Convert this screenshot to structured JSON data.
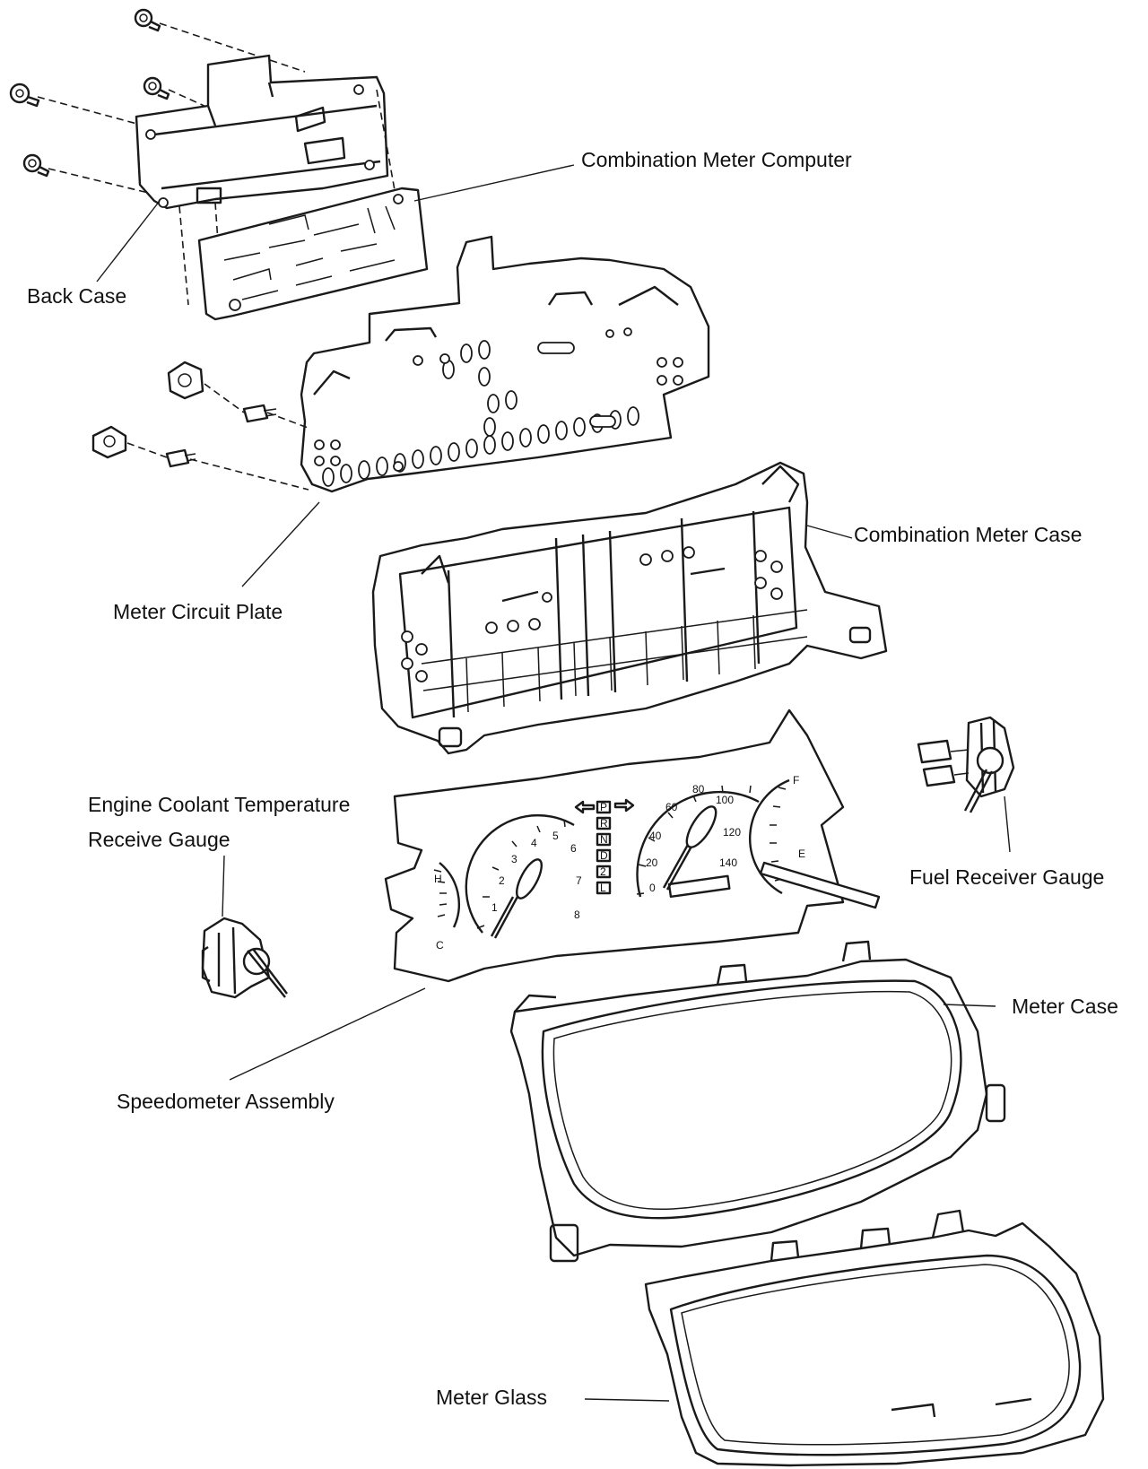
{
  "labels": {
    "combination_meter_computer": "Combination Meter Computer",
    "back_case": "Back Case",
    "combination_meter_case": "Combination Meter Case",
    "meter_circuit_plate": "Meter Circuit Plate",
    "engine_coolant_line1": "Engine Coolant Temperature",
    "engine_coolant_line2": "Receive Gauge",
    "fuel_receiver_gauge": "Fuel Receiver Gauge",
    "meter_case": "Meter Case",
    "speedometer_assembly": "Speedometer Assembly",
    "meter_glass": "Meter Glass"
  },
  "dial_text": {
    "temp_h": "H",
    "temp_c": "C",
    "tach_ticks": [
      "1",
      "2",
      "3",
      "4",
      "5",
      "6",
      "7",
      "8"
    ],
    "speed_ticks": [
      "0",
      "20",
      "40",
      "60",
      "80",
      "100",
      "120",
      "140"
    ],
    "fuel_f": "F",
    "fuel_e": "E",
    "shift_indicators": [
      "P",
      "R",
      "N",
      "D",
      "2",
      "L"
    ]
  }
}
